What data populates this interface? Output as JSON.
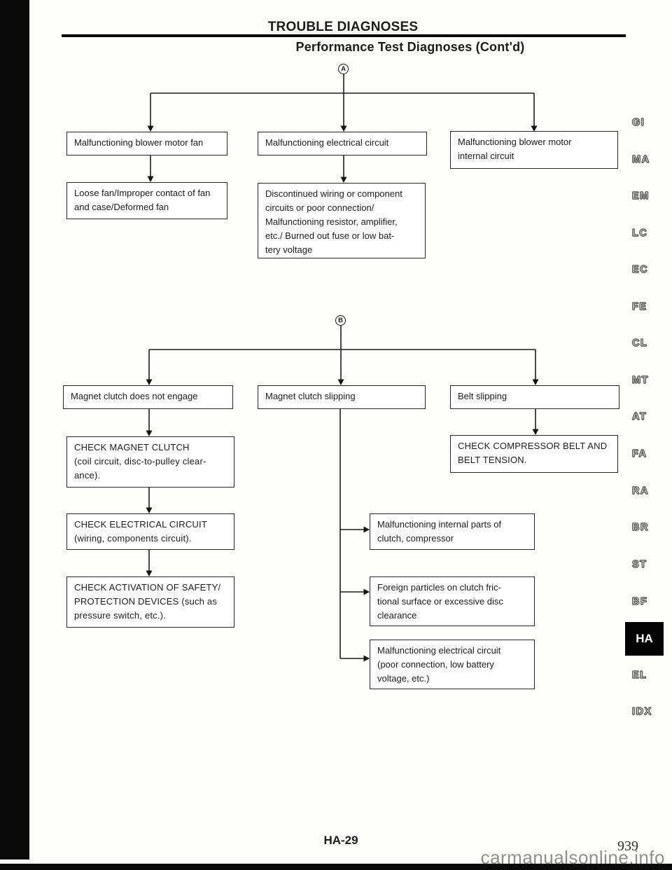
{
  "header": {
    "title": "TROUBLE DIAGNOSES",
    "subtitle": "Performance Test Diagnoses (Cont'd)"
  },
  "flowchart_top": {
    "marker": "A",
    "nodes": {
      "blower_fan": "Malfunctioning blower motor fan",
      "electrical_circuit": "Malfunctioning electrical circuit",
      "blower_internal": "Malfunctioning blower motor\ninternal circuit",
      "fan_causes": "Loose fan/Improper contact of fan\nand case/Deformed fan",
      "electrical_causes": "Discontinued wiring or component\ncircuits or poor connection/\nMalfunctioning resistor, amplifier,\netc./ Burned out fuse or low bat-\ntery voltage"
    }
  },
  "flowchart_bottom": {
    "marker": "B",
    "nodes": {
      "no_engage": "Magnet clutch does not engage",
      "clutch_slipping": "Magnet clutch slipping",
      "belt_slipping": "Belt slipping",
      "check_magnet_clutch": "CHECK MAGNET CLUTCH\n(coil circuit, disc-to-pulley clear-\nance).",
      "check_electrical": "CHECK ELECTRICAL CIRCUIT\n(wiring, components circuit).",
      "check_safety": "CHECK ACTIVATION OF SAFETY/\nPROTECTION DEVICES (such as\npressure switch, etc.).",
      "check_belt": "CHECK COMPRESSOR BELT AND\nBELT TENSION.",
      "internal_parts": "Malfunctioning internal parts of\nclutch, compressor",
      "foreign_particles": "Foreign particles on clutch fric-\ntional surface or excessive disc\nclearance",
      "electrical_poor": "Malfunctioning electrical circuit\n(poor connection, low battery\nvoltage, etc.)"
    }
  },
  "sidebar": {
    "items": [
      {
        "code": "GI"
      },
      {
        "code": "MA"
      },
      {
        "code": "EM"
      },
      {
        "code": "LC"
      },
      {
        "code": "EC"
      },
      {
        "code": "FE"
      },
      {
        "code": "CL"
      },
      {
        "code": "MT"
      },
      {
        "code": "AT"
      },
      {
        "code": "FA"
      },
      {
        "code": "RA"
      },
      {
        "code": "BR"
      },
      {
        "code": "ST"
      },
      {
        "code": "BF"
      },
      {
        "code": "HA",
        "active": true
      },
      {
        "code": "EL"
      },
      {
        "code": "IDX"
      }
    ]
  },
  "footer": {
    "page_code": "HA-29",
    "page_number": "939",
    "watermark": "carmanualsonline.info"
  },
  "colors": {
    "ink": "#1c1c1c",
    "active_tab_bg": "#000000",
    "active_tab_text": "#ffffff",
    "watermark_gray": "#8f8f8f"
  }
}
